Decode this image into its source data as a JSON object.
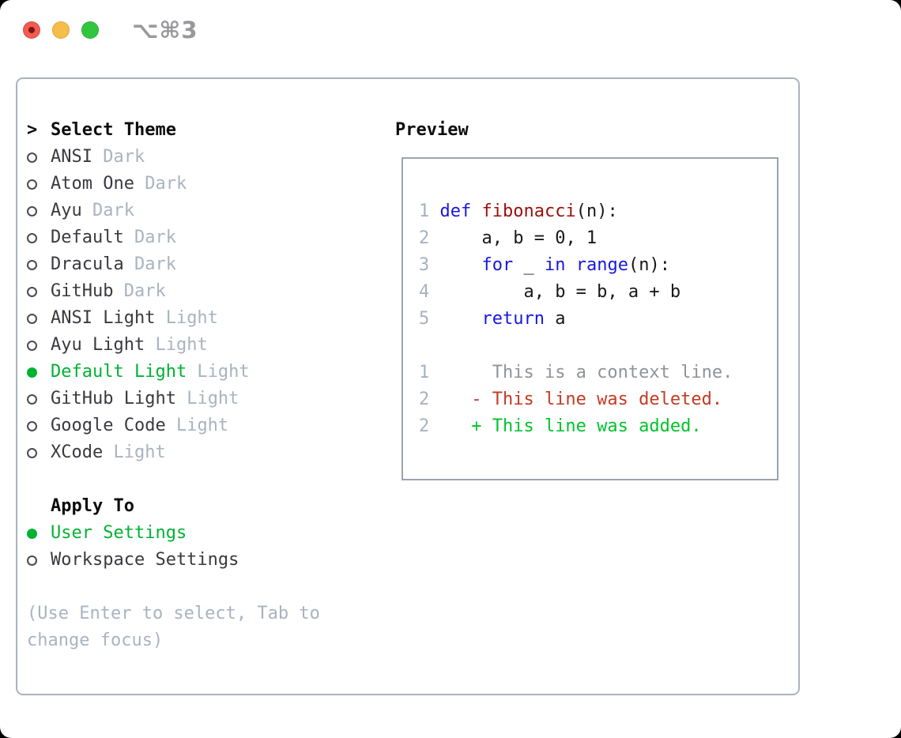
{
  "window": {
    "title": "⌥⌘3",
    "traffic_lights": [
      "close",
      "minimize",
      "zoom"
    ]
  },
  "colors": {
    "accent_green": "#00b232",
    "added_green": "#00c32b",
    "deleted_red": "#c43a21",
    "keyword_blue": "#1717e0",
    "function_red": "#9b0f0a",
    "muted_gray": "#a9b3c0",
    "context_gray": "#909399",
    "panel_border": "#aab3bd"
  },
  "theme_selector": {
    "prompt": ">",
    "heading": "Select Theme",
    "items": [
      {
        "name": "ANSI",
        "variant": "Dark",
        "selected": false
      },
      {
        "name": "Atom One",
        "variant": "Dark",
        "selected": false
      },
      {
        "name": "Ayu",
        "variant": "Dark",
        "selected": false
      },
      {
        "name": "Default",
        "variant": "Dark",
        "selected": false
      },
      {
        "name": "Dracula",
        "variant": "Dark",
        "selected": false
      },
      {
        "name": "GitHub",
        "variant": "Dark",
        "selected": false
      },
      {
        "name": "ANSI Light",
        "variant": "Light",
        "selected": false
      },
      {
        "name": "Ayu Light",
        "variant": "Light",
        "selected": false
      },
      {
        "name": "Default Light",
        "variant": "Light",
        "selected": true
      },
      {
        "name": "GitHub Light",
        "variant": "Light",
        "selected": false
      },
      {
        "name": "Google Code",
        "variant": "Light",
        "selected": false
      },
      {
        "name": "XCode",
        "variant": "Light",
        "selected": false
      }
    ]
  },
  "apply_to": {
    "heading": "Apply To",
    "options": [
      {
        "label": "User Settings",
        "selected": true
      },
      {
        "label": "Workspace Settings",
        "selected": false
      }
    ]
  },
  "help_text": {
    "line1": "(Use Enter to select, Tab to",
    "line2": "change focus)"
  },
  "preview": {
    "heading": "Preview",
    "code_lines": [
      {
        "num": "1",
        "tokens": [
          {
            "text": "def",
            "style": "kw"
          },
          {
            "text": " ",
            "style": "plain"
          },
          {
            "text": "fibonacci",
            "style": "fn"
          },
          {
            "text": "(n):",
            "style": "plain"
          }
        ]
      },
      {
        "num": "2",
        "tokens": [
          {
            "text": "    a, b = 0, 1",
            "style": "plain"
          }
        ]
      },
      {
        "num": "3",
        "tokens": [
          {
            "text": "    ",
            "style": "plain"
          },
          {
            "text": "for",
            "style": "kw"
          },
          {
            "text": " _ ",
            "style": "plain"
          },
          {
            "text": "in",
            "style": "kw"
          },
          {
            "text": " ",
            "style": "plain"
          },
          {
            "text": "range",
            "style": "kw"
          },
          {
            "text": "(n):",
            "style": "plain"
          }
        ]
      },
      {
        "num": "4",
        "tokens": [
          {
            "text": "        a, b = b, a + b",
            "style": "plain"
          }
        ]
      },
      {
        "num": "5",
        "tokens": [
          {
            "text": "    ",
            "style": "plain"
          },
          {
            "text": "return",
            "style": "kw"
          },
          {
            "text": " a",
            "style": "plain"
          }
        ]
      }
    ],
    "diff_lines": [
      {
        "num": "1",
        "marker": " ",
        "text": "This is a context line.",
        "kind": "context"
      },
      {
        "num": "2",
        "marker": "-",
        "text": "This line was deleted.",
        "kind": "deleted"
      },
      {
        "num": "2",
        "marker": "+",
        "text": "This line was added.",
        "kind": "added"
      }
    ]
  }
}
